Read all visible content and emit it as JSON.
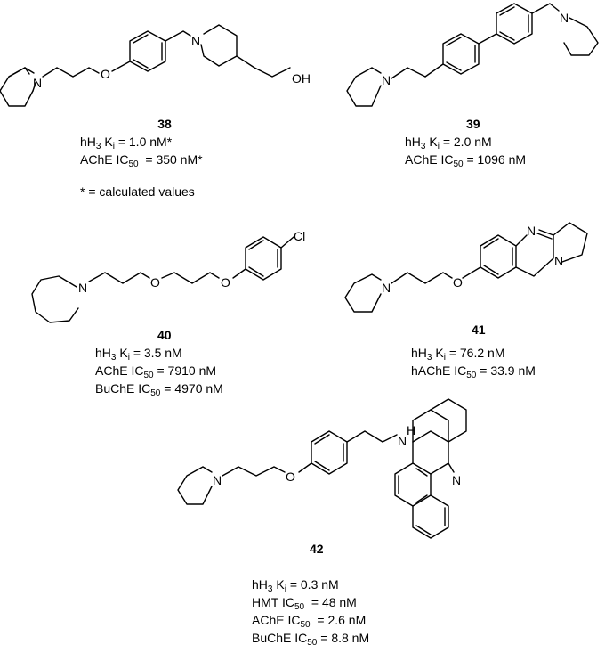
{
  "compounds": [
    {
      "number": "38",
      "atoms": [
        "N",
        "O",
        "N",
        "OH"
      ],
      "lines": [
        {
          "pre": "hH",
          "s1": "3",
          "mid": " K",
          "s2": "i",
          "post": " = 1.0 nM*"
        },
        {
          "pre": "AChE IC",
          "s1": "50",
          "mid": "",
          "s2": "",
          "post": "  = 350 nM*"
        }
      ]
    },
    {
      "number": "39",
      "atoms": [
        "N",
        "N"
      ],
      "lines": [
        {
          "pre": "hH",
          "s1": "3",
          "mid": " K",
          "s2": "i",
          "post": " = 2.0 nM"
        },
        {
          "pre": "AChE IC",
          "s1": "50",
          "mid": "",
          "s2": "",
          "post": " = 1096 nM"
        }
      ]
    },
    {
      "number": "40",
      "atoms": [
        "N",
        "O",
        "O",
        "Cl"
      ],
      "lines": [
        {
          "pre": "hH",
          "s1": "3",
          "mid": " K",
          "s2": "i",
          "post": " = 3.5 nM"
        },
        {
          "pre": "AChE IC",
          "s1": "50",
          "mid": "",
          "s2": "",
          "post": " = 7910 nM"
        },
        {
          "pre": "BuChE IC",
          "s1": "50",
          "mid": "",
          "s2": "",
          "post": " = 4970 nM"
        }
      ]
    },
    {
      "number": "41",
      "atoms": [
        "N",
        "O",
        "N",
        "N"
      ],
      "lines": [
        {
          "pre": "hH",
          "s1": "3",
          "mid": " K",
          "s2": "i",
          "post": " = 76.2 nM"
        },
        {
          "pre": "hAChE IC",
          "s1": "50",
          "mid": "",
          "s2": "",
          "post": " = 33.9 nM"
        }
      ]
    },
    {
      "number": "42",
      "atoms": [
        "N",
        "O",
        "N",
        "H",
        "N"
      ],
      "lines": [
        {
          "pre": "hH",
          "s1": "3",
          "mid": " K",
          "s2": "i",
          "post": " = 0.3 nM"
        },
        {
          "pre": "HMT IC",
          "s1": "50",
          "mid": "",
          "s2": "",
          "post": "  = 48 nM"
        },
        {
          "pre": "AChE IC",
          "s1": "50",
          "mid": "",
          "s2": "",
          "post": "  = 2.6 nM"
        },
        {
          "pre": "BuChE IC",
          "s1": "50",
          "mid": "",
          "s2": "",
          "post": " = 8.8 nM"
        }
      ]
    }
  ],
  "footnote": "* = calculated values"
}
